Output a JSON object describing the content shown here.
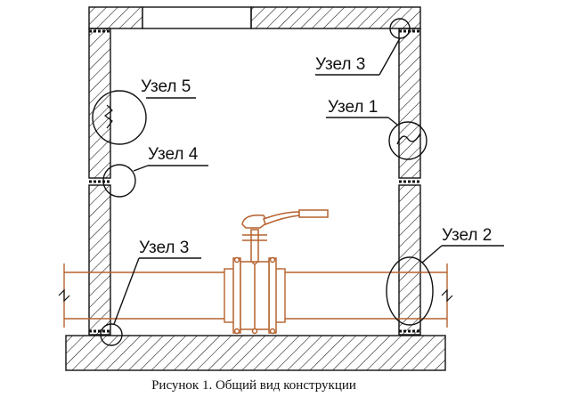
{
  "nodes": {
    "node5": "Узел 5",
    "node4": "Узел 4",
    "node3_top": "Узел 3",
    "node1": "Узел 1",
    "node2": "Узел 2",
    "node3_bottom": "Узел 3"
  },
  "caption": "Рисунок 1. Общий вид конструкции",
  "colors": {
    "line": "#111111",
    "pipe": "#b5622e",
    "background": "#ffffff"
  }
}
